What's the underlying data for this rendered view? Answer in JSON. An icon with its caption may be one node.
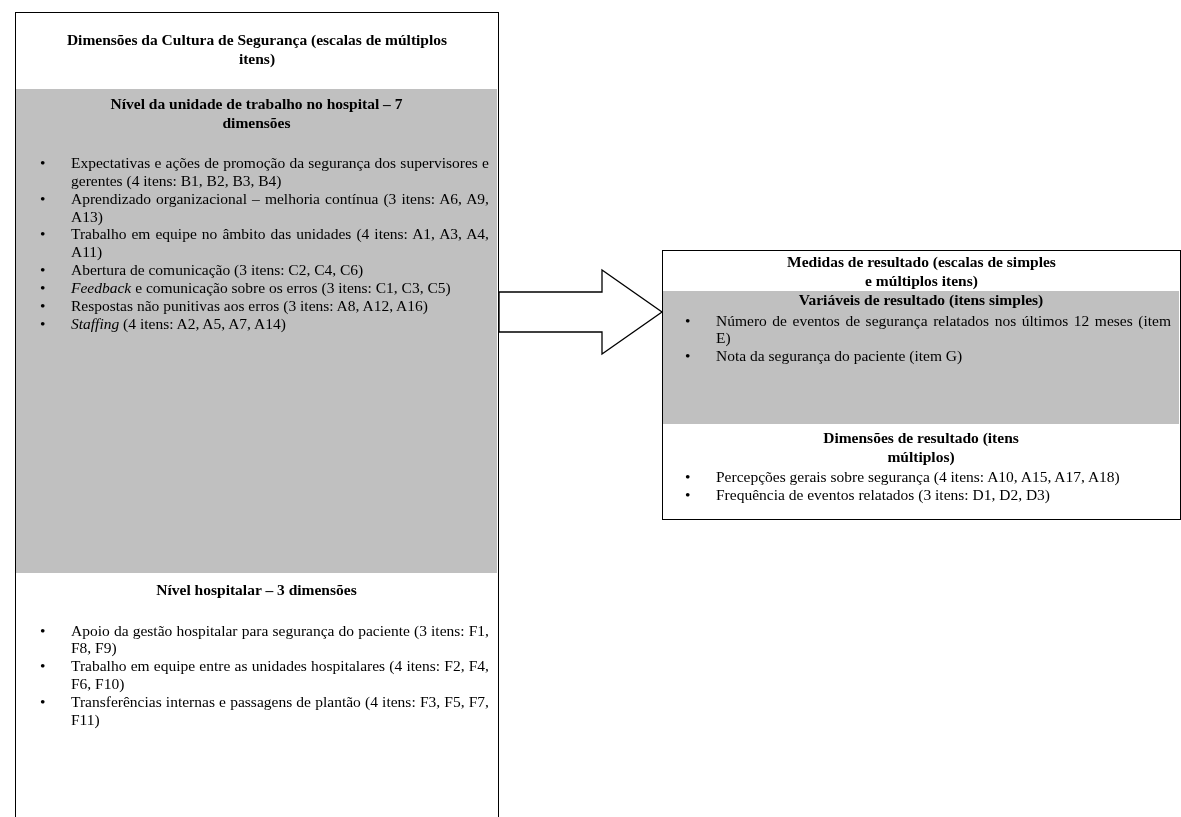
{
  "diagram": {
    "nodes": [
      {
        "text": [
          "Dimensões da Cultura de Segurança (escalas de múltiplos itens)"
        ]
      },
      {
        "text": [
          "Nível da unidade de trabalho no hospital – 7 dimensões",
          "• Expectativas e ações de promoção da segurança dos supervisores e gerentes (4 itens: B1, B2, B3, B4)",
          "• Aprendizado organizacional – melhoria contínua (3 itens: A6, A9, A13)",
          "• Trabalho em equipe no âmbito das unidades (4 itens: A1, A3, A4, A11)",
          "• Abertura de comunicação (3 itens: C2, C4, C6)",
          "• *Feedback* e comunicação sobre os erros (3 itens: C1, C3, C5)",
          "• Respostas não punitivas aos erros (3 itens: A8, A12, A16)",
          "• *Staffing* (4 itens: A2, A5, A7, A14)"
        ],
        "in": 0
      },
      {
        "text": [
          "Nível hospitalar – 3 dimensões",
          "• Apoio da gestão hospitalar para segurança do paciente (3 itens: F1, F8, F9)",
          "• Trabalho em equipe entre as unidades hospitalares (4 itens: F2, F4, F6, F10)",
          "• Transferências internas e passagens de plantão (4 itens: F3, F5, F7, F11)"
        ],
        "in": 0
      },
      {
        "text": [
          "Medidas de resultado (escalas de simples e múltiplos itens)"
        ]
      },
      {
        "text": [
          "Variáveis de resultado (itens simples)",
          "• Número de eventos de segurança relatados nos últimos 12 meses (item E)",
          "• Nota da segurança do paciente (item G)"
        ],
        "in": 3
      },
      {
        "text": [
          "Dimensões de resultado (itens múltiplos)",
          "• Percepções gerais sobre segurança (4 itens: A10, A15, A17, A18)",
          "• Frequência de eventos relatados (3 itens: D1, D2, D3)"
        ],
        "in": 3
      }
    ],
    "edges": [
      {
        "from": 0,
        "to": 3,
        "arrow": "to"
      }
    ]
  }
}
